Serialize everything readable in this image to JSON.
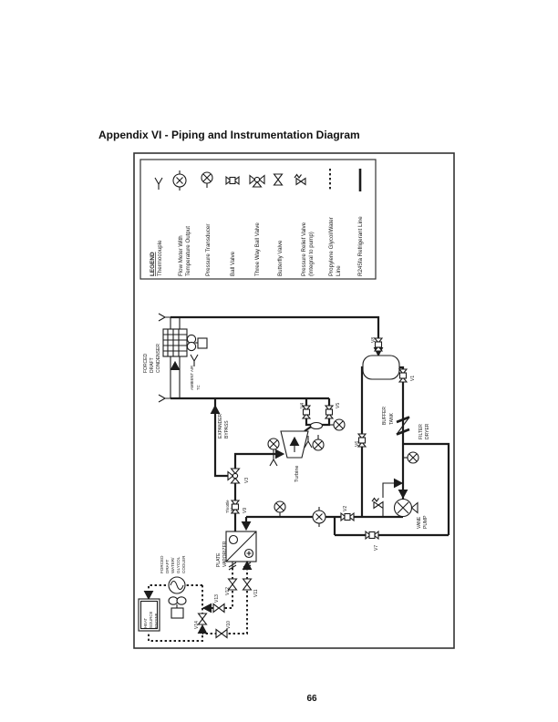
{
  "page": {
    "title": "Appendix VI - Piping and Instrumentation Diagram",
    "page_number": "66"
  },
  "colors": {
    "ink": "#1c1c1c"
  },
  "legend": {
    "heading": "LEGEND",
    "items": [
      {
        "symbol": "thermocouple-icon",
        "lines": [
          "Thermocouple"
        ]
      },
      {
        "symbol": "flow-meter-icon",
        "lines": [
          "Flow Meter With",
          "Temperature Output"
        ]
      },
      {
        "symbol": "pressure-transducer-icon",
        "lines": [
          "Pressure Transducer"
        ]
      },
      {
        "symbol": "ball-valve-icon",
        "lines": [
          "Ball Valve"
        ]
      },
      {
        "symbol": "three-way-ball-valve-icon",
        "lines": [
          "Three Way Ball Valve"
        ]
      },
      {
        "symbol": "butterfly-valve-icon",
        "lines": [
          "Butterfly Valve"
        ]
      },
      {
        "symbol": "pressure-relief-valve-icon",
        "lines": [
          "Pressure Relief Valve",
          "(Integral to pump)"
        ]
      },
      {
        "symbol": "glycol-line-icon",
        "lines": [
          "Propylene Glycol/Water",
          "Line"
        ]
      },
      {
        "symbol": "refrigerant-line-icon",
        "lines": [
          "R245fa Refrigerant Line"
        ]
      }
    ]
  },
  "diagram": {
    "condenser": {
      "lines": [
        "FORCED",
        "DRAFT",
        "CONDENSER"
      ]
    },
    "ambient": {
      "lines": [
        "AMBIENT AIR",
        "TC"
      ]
    },
    "bypass": {
      "lines": [
        "EXPANDER",
        "BYPASS"
      ]
    },
    "turbine": {
      "label": "Turbine"
    },
    "buffer_tank": {
      "lines": [
        "BUFFER",
        "TANK"
      ]
    },
    "filter_dryer": {
      "lines": [
        "FILTER",
        "DRYER"
      ]
    },
    "vane_pump": {
      "lines": [
        "VANE",
        "PUMP"
      ]
    },
    "vaporizer": {
      "lines": [
        "PLATE",
        "VAPORIZER"
      ]
    },
    "cooler": {
      "lines": [
        "FORCED",
        "DRAFT",
        "WATER/",
        "GLYCOL",
        "COOLER"
      ]
    },
    "engine": {
      "lines": [
        "HEAT",
        "SOURCE",
        "ENGINE"
      ]
    },
    "throttle": {
      "lines": [
        "Throttle",
        "Valve"
      ]
    },
    "valves": {
      "v1": "V1",
      "v2": "V2",
      "v3": "V3",
      "v4": "V4",
      "v5": "V5",
      "v6": "V6",
      "v7": "V7",
      "v8": "V8",
      "v9": "V9",
      "v10": "V10",
      "v11": "V11",
      "v12": "V12",
      "v13": "V13",
      "v14": "V14"
    }
  }
}
